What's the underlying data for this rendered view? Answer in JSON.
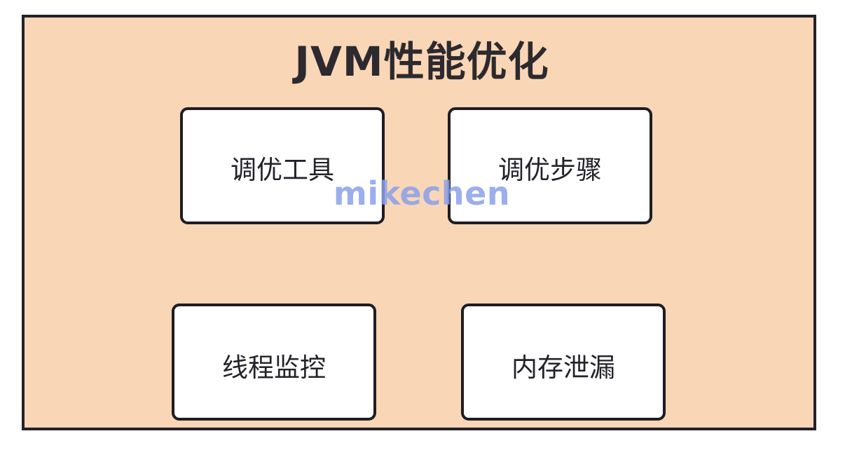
{
  "diagram": {
    "title": "JVM性能优化",
    "nodes": [
      {
        "id": "tools",
        "label": "调优工具"
      },
      {
        "id": "steps",
        "label": "调优步骤"
      },
      {
        "id": "threads",
        "label": "线程监控"
      },
      {
        "id": "leak",
        "label": "内存泄漏"
      }
    ],
    "watermark": "mikechen"
  },
  "colors": {
    "frame_fill": "#f9d6b6",
    "border": "#23222a",
    "node_fill": "#ffffff",
    "watermark": "#8aa0ea"
  }
}
